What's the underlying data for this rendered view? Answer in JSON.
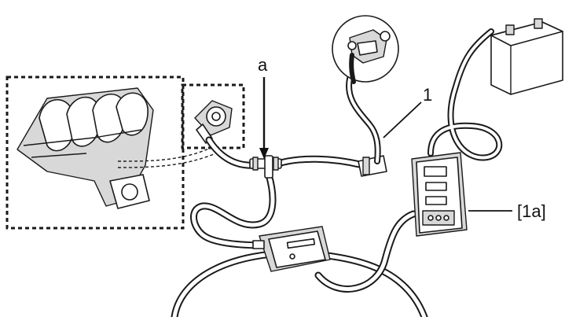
{
  "labels": {
    "a": "a",
    "one": "1",
    "one_a": "[1a]"
  },
  "colors": {
    "line": "#1a1a1a",
    "fill": "#ffffff",
    "shade": "#d8d8d8"
  }
}
